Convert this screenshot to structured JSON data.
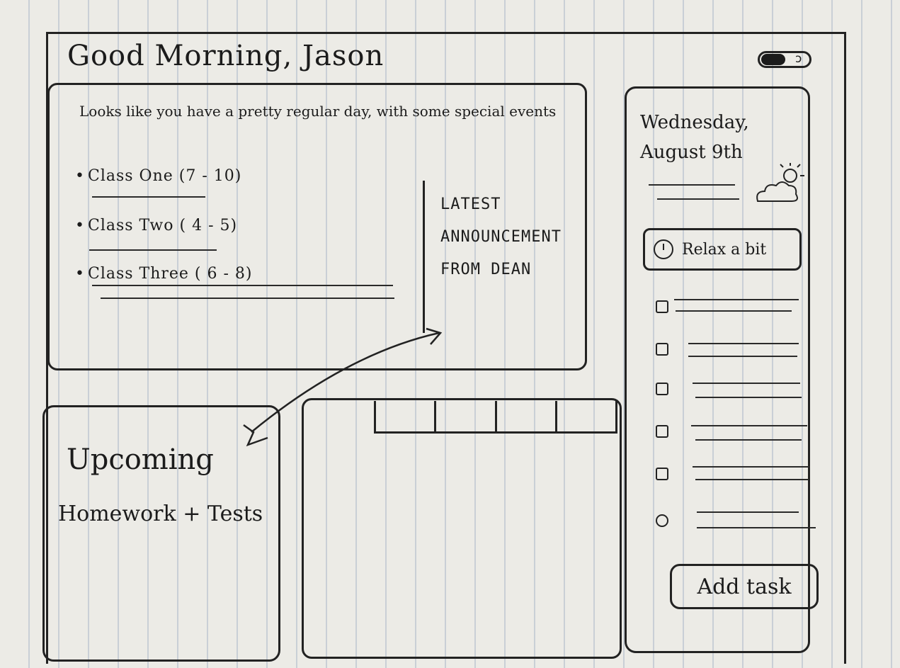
{
  "header": {
    "greeting": "Good Morning, Jason"
  },
  "summary": {
    "intro": "Looks like you have a pretty regular day, with some special events",
    "classes": [
      {
        "label": "Class One (7 - 10)"
      },
      {
        "label": "Class Two ( 4 - 5)"
      },
      {
        "label": "Class Three ( 6 - 8)"
      }
    ],
    "announcement": [
      "LATEST",
      "ANNOUNCEMENT",
      "FROM DEAN"
    ]
  },
  "upcoming": {
    "title": "Upcoming",
    "subtitle": "Homework + Tests"
  },
  "sidebar": {
    "date_line1": "Wednesday,",
    "date_line2": "August 9th",
    "weather_icon": "partly-cloudy-icon",
    "relax_label": "Relax a bit",
    "task_count": 6,
    "add_task_label": "Add task"
  }
}
